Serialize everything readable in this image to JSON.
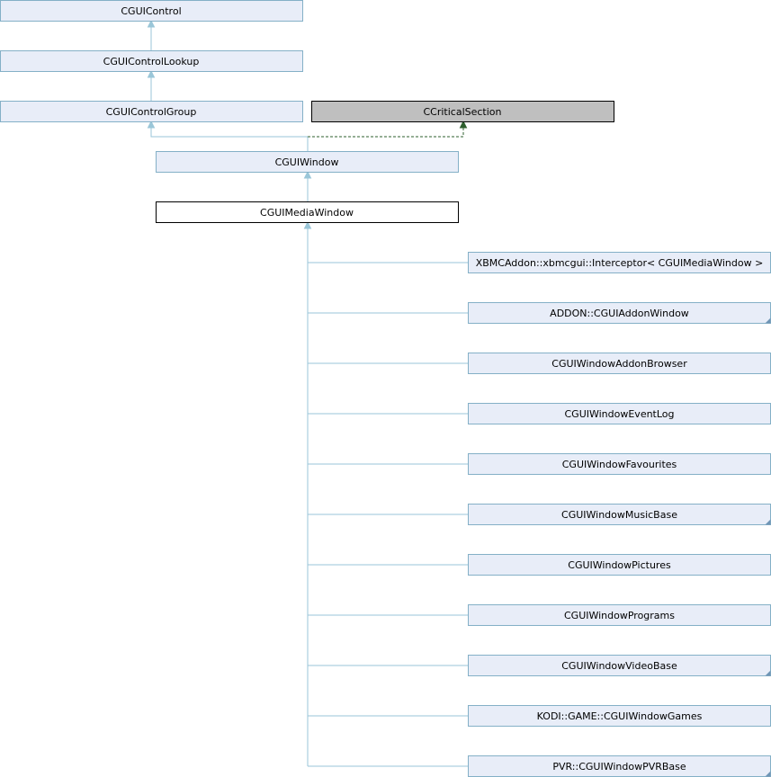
{
  "colors": {
    "node_fill": "#e8edf8",
    "node_border": "#84b0c7",
    "highlight_fill": "#ffffff",
    "highlight_border": "#000000",
    "external_fill": "#bfbfbf",
    "external_border": "#000000",
    "edge": "#9ac6d8",
    "edge_dashed": "#2e5f2e"
  },
  "nodes": {
    "cguicontrol": "CGUIControl",
    "cguicontrollookup": "CGUIControlLookup",
    "cguicontrolgroup": "CGUIControlGroup",
    "ccriticalsection": "CCriticalSection",
    "cguiwindow": "CGUIWindow",
    "cguimediawindow": "CGUIMediaWindow"
  },
  "children": [
    {
      "label": "XBMCAddon::xbmcgui::Interceptor< CGUIMediaWindow >",
      "has_more": false
    },
    {
      "label": "ADDON::CGUIAddonWindow",
      "has_more": true
    },
    {
      "label": "CGUIWindowAddonBrowser",
      "has_more": false
    },
    {
      "label": "CGUIWindowEventLog",
      "has_more": false
    },
    {
      "label": "CGUIWindowFavourites",
      "has_more": false
    },
    {
      "label": "CGUIWindowMusicBase",
      "has_more": true
    },
    {
      "label": "CGUIWindowPictures",
      "has_more": false
    },
    {
      "label": "CGUIWindowPrograms",
      "has_more": false
    },
    {
      "label": "CGUIWindowVideoBase",
      "has_more": true
    },
    {
      "label": "KODI::GAME::CGUIWindowGames",
      "has_more": false
    },
    {
      "label": "PVR::CGUIWindowPVRBase",
      "has_more": true
    }
  ]
}
